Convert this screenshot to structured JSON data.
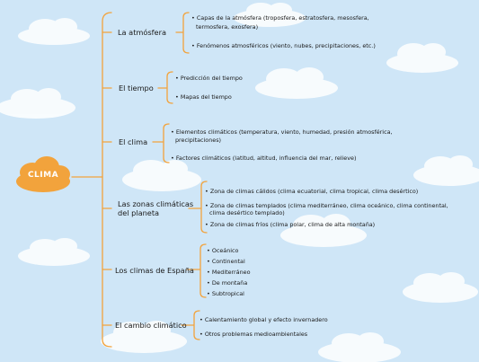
{
  "root": {
    "label": "CLIMA"
  },
  "colors": {
    "accent": "#f2a33c",
    "cloud": "#ffffff",
    "sky": "#cfe6f7"
  },
  "topics": [
    {
      "label": "La atmósfera",
      "items": [
        "Capas de la atmósfera (troposfera, estratosfera, mesosfera,",
        "termosfera, exosfera)",
        "Fenómenos atmosféricos (viento, nubes, precipitaciones, etc.)"
      ]
    },
    {
      "label": "El tiempo",
      "items": [
        "Predicción del tiempo",
        "Mapas del tiempo"
      ]
    },
    {
      "label": "El clima",
      "items": [
        "Elementos climáticos (temperatura, viento, humedad, presión atmosférica,",
        "precipitaciones)",
        "Factores climáticos (latitud, altitud, influencia del mar, relieve)"
      ]
    },
    {
      "label": "Las zonas climáticas",
      "label2": "del planeta",
      "items": [
        "Zona de climas cálidos (clima ecuatorial, clima tropical, clima desértico)",
        "Zona de climas templados (clima mediterráneo, clima oceánico, clima continental,",
        "clima desértico templado)",
        "Zona de climas fríos (clima polar, clima de alta montaña)"
      ]
    },
    {
      "label": "Los climas de España",
      "items": [
        "Oceánico",
        "Continental",
        "Mediterráneo",
        "De montaña",
        "Subtropical"
      ]
    },
    {
      "label": "El cambio climático",
      "items": [
        "Calentamiento global y efecto invernadero",
        "Otros problemas medioambientales"
      ]
    }
  ]
}
